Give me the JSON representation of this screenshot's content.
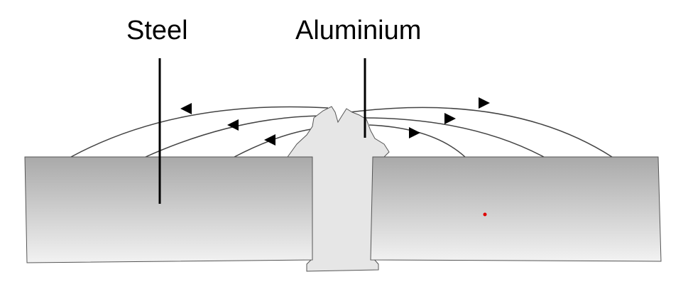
{
  "labels": {
    "steel": "Steel",
    "aluminium": "Aluminium"
  },
  "colors": {
    "background": "#ffffff",
    "plate_top": "#a9a9a9",
    "plate_bottom": "#f2f2f2",
    "aluminium_fill": "#e6e6e6",
    "outline": "#555555",
    "field_lines": "#444444",
    "leader_lines": "#000000",
    "marker_dot": "#e00000"
  },
  "field_lines": {
    "count_per_side": 3,
    "arrow_direction_left": "toward-left",
    "arrow_direction_right": "toward-right"
  }
}
